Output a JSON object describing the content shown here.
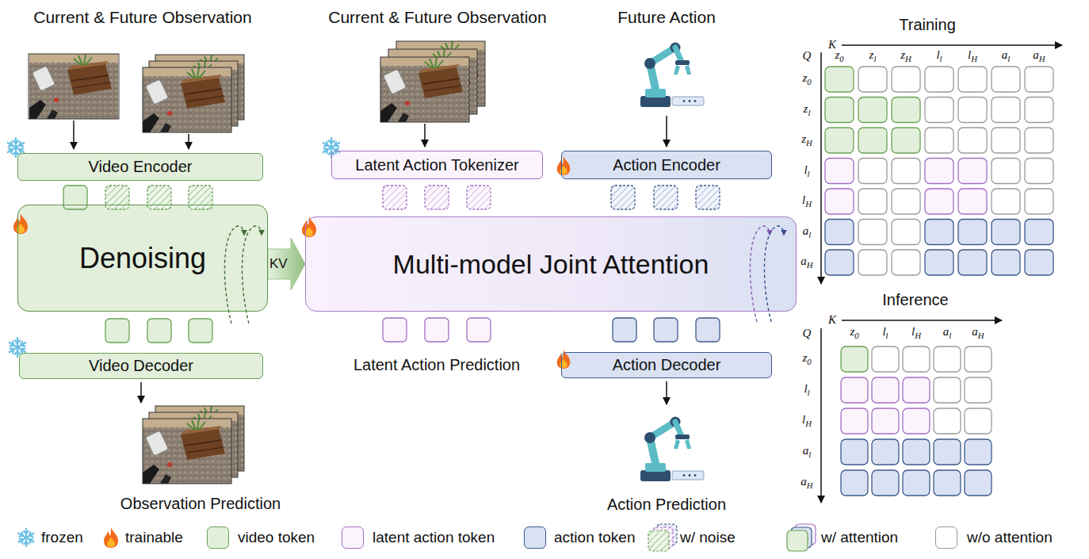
{
  "diagram": {
    "nodes": [
      {
        "text": [
          "Video Encoder"
        ]
      },
      {
        "text": [
          "Latent Action Tokenizer"
        ]
      },
      {
        "text": [
          "Action Encoder"
        ]
      },
      {
        "text": [
          "Denoising"
        ]
      },
      {
        "text": [
          "KV"
        ]
      },
      {
        "text": [
          "Multi-model Joint Attention"
        ]
      },
      {
        "text": [
          "Video Decoder"
        ]
      },
      {
        "text": [
          "Action Decoder"
        ]
      }
    ],
    "labels": [
      "Current & Future Observation",
      "Current & Future Observation",
      "Future Action",
      "Training",
      "K",
      "Q",
      "z0",
      "zl",
      "zH",
      "ll",
      "lH",
      "al",
      "aH",
      "z0",
      "zl",
      "zH",
      "ll",
      "lH",
      "al",
      "aH",
      "Latent Action Prediction",
      "Observation Prediction",
      "Action Prediction",
      "Inference",
      "K",
      "Q",
      "z0",
      "ll",
      "lH",
      "al",
      "aH",
      "z0",
      "ll",
      "lH",
      "al",
      "aH"
    ],
    "legend": [
      {
        "text": "frozen"
      },
      {
        "text": "trainable"
      },
      {
        "text": "video token",
        "color": "#e2efda"
      },
      {
        "text": "latent action token",
        "color": "#fbf4fd"
      },
      {
        "text": "action token",
        "color": "#d9e1f2"
      },
      {
        "text": "w/ noise"
      },
      {
        "text": "w/ attention"
      },
      {
        "text": "w/o attention",
        "color": "#ffffff"
      }
    ]
  }
}
